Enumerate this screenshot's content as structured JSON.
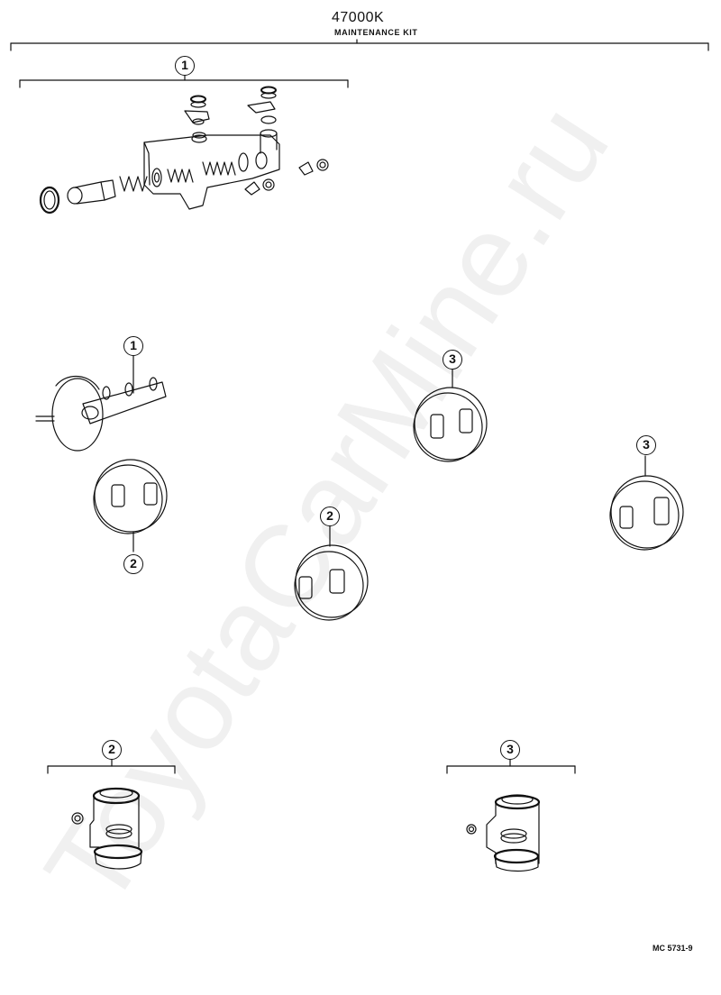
{
  "header": {
    "part_number": "47000K",
    "kit_name": "MAINTENANCE KIT"
  },
  "callouts": {
    "master_cylinder_group": "1",
    "master_cylinder_location": "1",
    "front_right_drum": "3",
    "rear_right_drum": "3",
    "front_left_drum": "2",
    "rear_left_drum": "2",
    "wheel_cylinder_kit_2": "2",
    "wheel_cylinder_kit_3": "3"
  },
  "footer": {
    "drawing_code": "MC 5731-9"
  },
  "watermark": {
    "text": "ToyotaCarMine.ru"
  },
  "colors": {
    "line": "#111111",
    "background": "#ffffff"
  }
}
